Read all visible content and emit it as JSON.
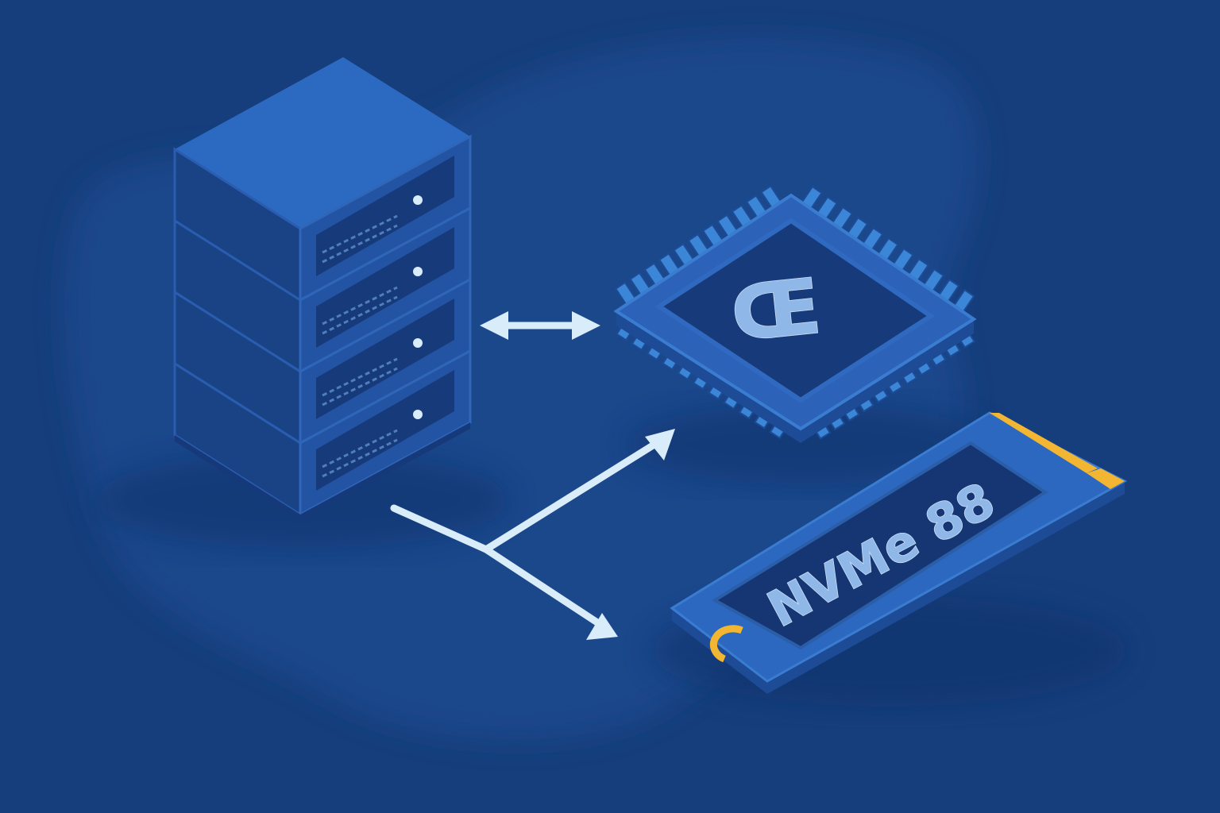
{
  "colors": {
    "background": "#163e7c",
    "background_blob": "#1b4a8e",
    "server_front": "#2354a3",
    "server_side": "#1a4386",
    "server_top": "#2c6ac2",
    "chip_body": "#2c63b8",
    "chip_pin": "#3b86d6",
    "chip_die": "#173a7a",
    "ssd_board": "#2c68c0",
    "ssd_label": "#153672",
    "gold_contact": "#f2b632",
    "arrow": "#d9ecfa"
  },
  "diagram": {
    "nodes": [
      {
        "id": "server",
        "label": "",
        "icon": "server-rack-icon"
      },
      {
        "id": "processor",
        "label": "",
        "icon": "cpu-chip-icon"
      },
      {
        "id": "storage",
        "label": "",
        "icon": "m2-ssd-icon"
      }
    ],
    "edges": [
      {
        "from": "server",
        "to": "processor",
        "style": "bidirectional"
      },
      {
        "from": "server",
        "to": "processor",
        "style": "directed"
      },
      {
        "from": "server",
        "to": "storage",
        "style": "directed"
      }
    ],
    "chip_text": "Œ",
    "ssd_text": "NVMe 88",
    "server_units": 4
  }
}
